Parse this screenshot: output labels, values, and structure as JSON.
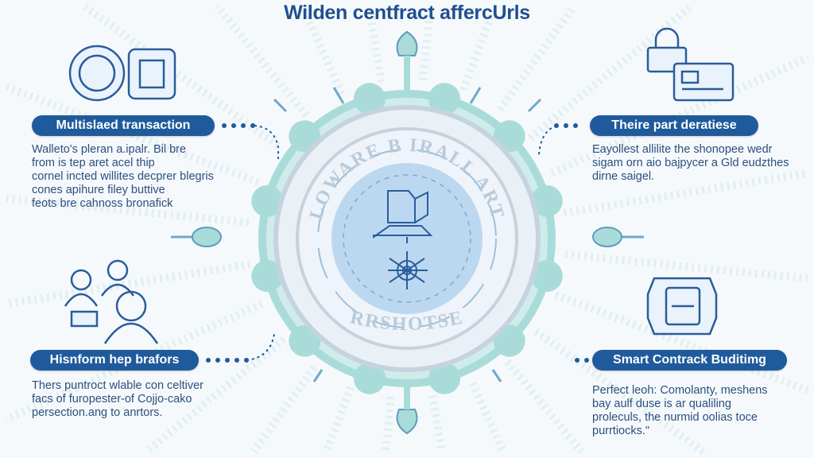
{
  "title": "Wilden centfract affercUrls",
  "center": {
    "ring_top_text": "LOWARE B IRALL ART",
    "ring_bottom_text": "RRSHOTSE"
  },
  "panels": [
    {
      "heading": "Multislaed transaction",
      "lines": [
        "Walleto's pleran a.ipalr. Bil bre",
        "from is tep aret acel thip",
        "cornel incted willites decprer blegris",
        "cones apihure filey buttive",
        "feots bre cahnoss bronafick"
      ]
    },
    {
      "heading": "Theire part deratiese",
      "lines": [
        "Eayollest allilite the shonopee wedr",
        "sigam orn aio bajpycer a Gld eudzthes",
        "dirne saigel."
      ]
    },
    {
      "heading": "Hisnform hep brafors",
      "lines": [
        "Thers puntroct wlable con celtiver",
        "facs of furopester-of Cojjo-cako",
        "persection.ang to anrtors."
      ]
    },
    {
      "heading": "Smart Contrack Buditimg",
      "lines": [
        "Perfect leoh: Comolanty, meshens",
        "bay aulf duse is ar qualiling",
        "proleculs, the nurmid oolias toce",
        "purrtiocks.\""
      ]
    }
  ],
  "colors": {
    "primary": "#1f5b9c",
    "teal": "#a9dcd8",
    "inner": "#bcd8f1",
    "text": "#2b4f7e"
  }
}
